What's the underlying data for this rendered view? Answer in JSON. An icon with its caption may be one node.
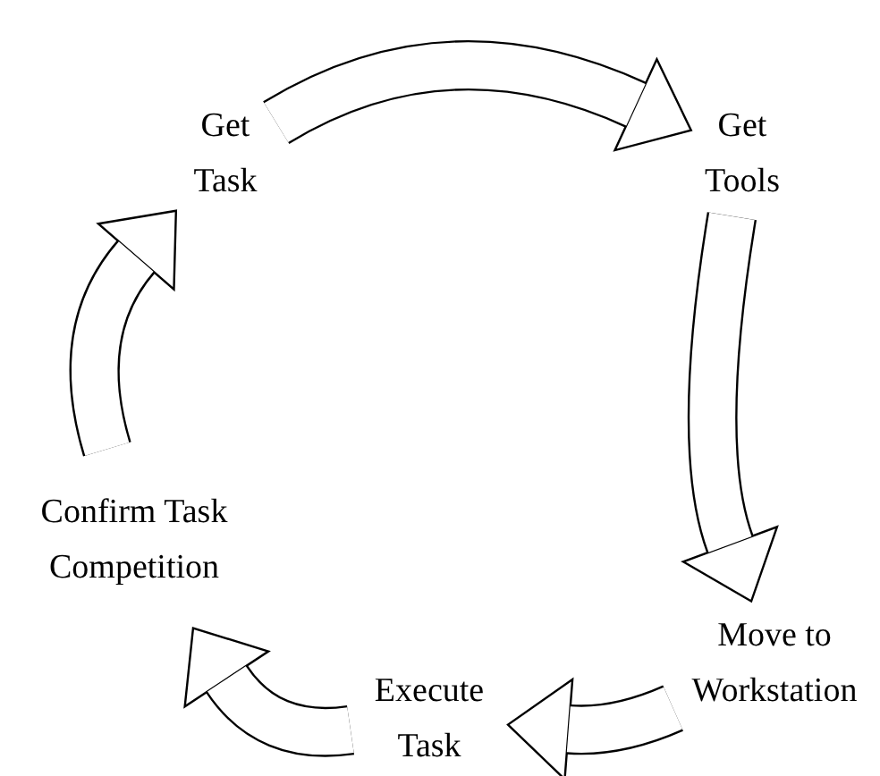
{
  "diagram": {
    "nodes": [
      {
        "text": [
          "Get Task"
        ]
      },
      {
        "text": [
          "Get Tools"
        ]
      },
      {
        "text": [
          "Move to Workstation"
        ]
      },
      {
        "text": [
          "Execute Task"
        ]
      },
      {
        "text": [
          "Confirm Task Competition"
        ]
      }
    ],
    "edges": [
      {
        "from": 0,
        "to": 1,
        "arrow": "to"
      },
      {
        "from": 1,
        "to": 2,
        "arrow": "to"
      },
      {
        "from": 2,
        "to": 3,
        "arrow": "to"
      },
      {
        "from": 3,
        "to": 4,
        "arrow": "to"
      },
      {
        "from": 4,
        "to": 0,
        "arrow": "to"
      }
    ]
  }
}
